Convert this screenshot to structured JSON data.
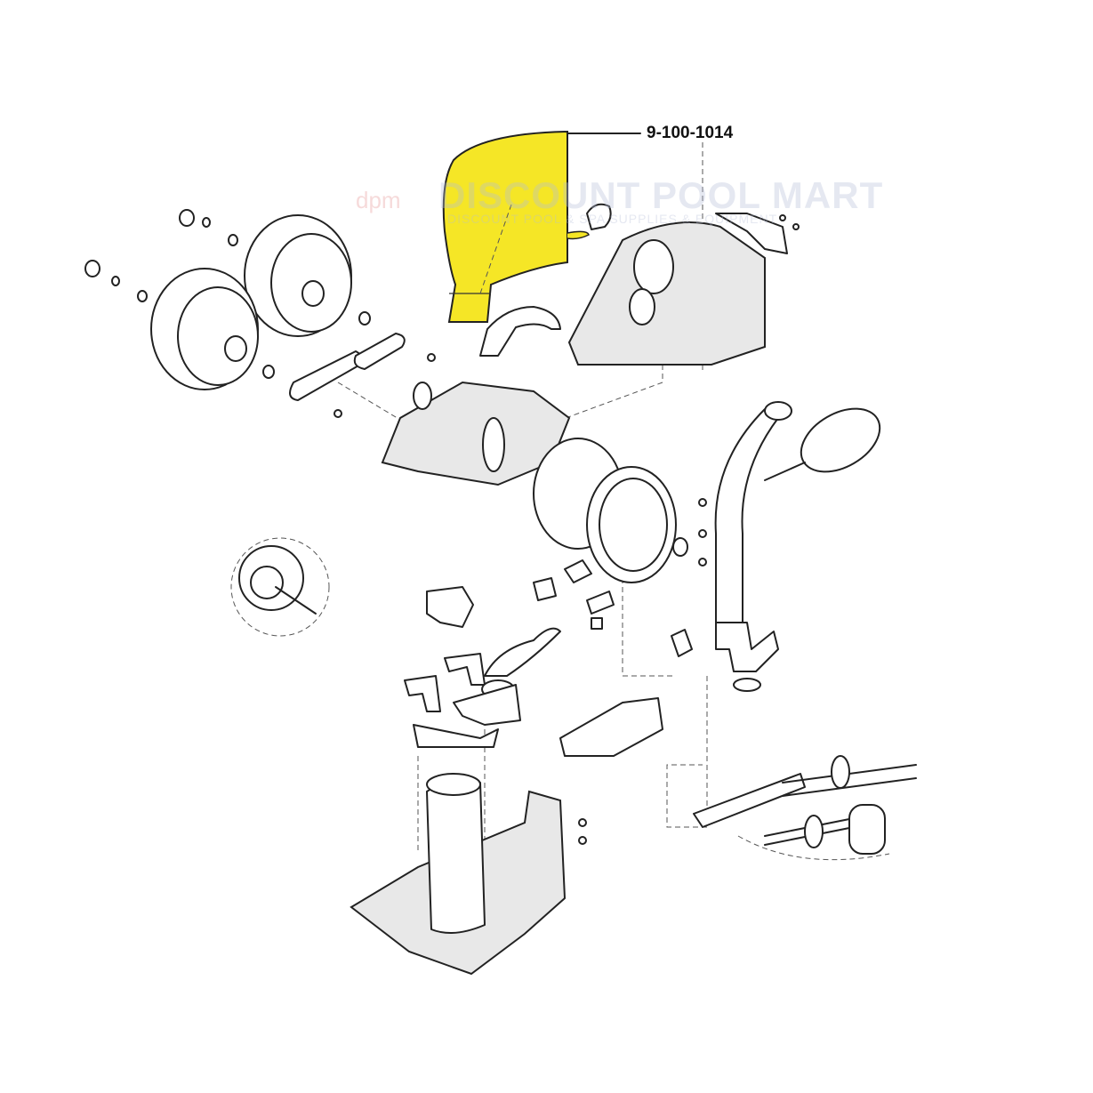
{
  "diagram": {
    "title": "Pool cleaner exploded parts diagram",
    "highlighted_part": {
      "part_number": "9-100-1014",
      "color": "#f5e626"
    },
    "watermark": {
      "logo": "dpm",
      "name": "DISCOUNT POOL MART",
      "tagline": "DISCOUNT POOL & SPA SUPPLIES & EQUIPMENT"
    }
  }
}
